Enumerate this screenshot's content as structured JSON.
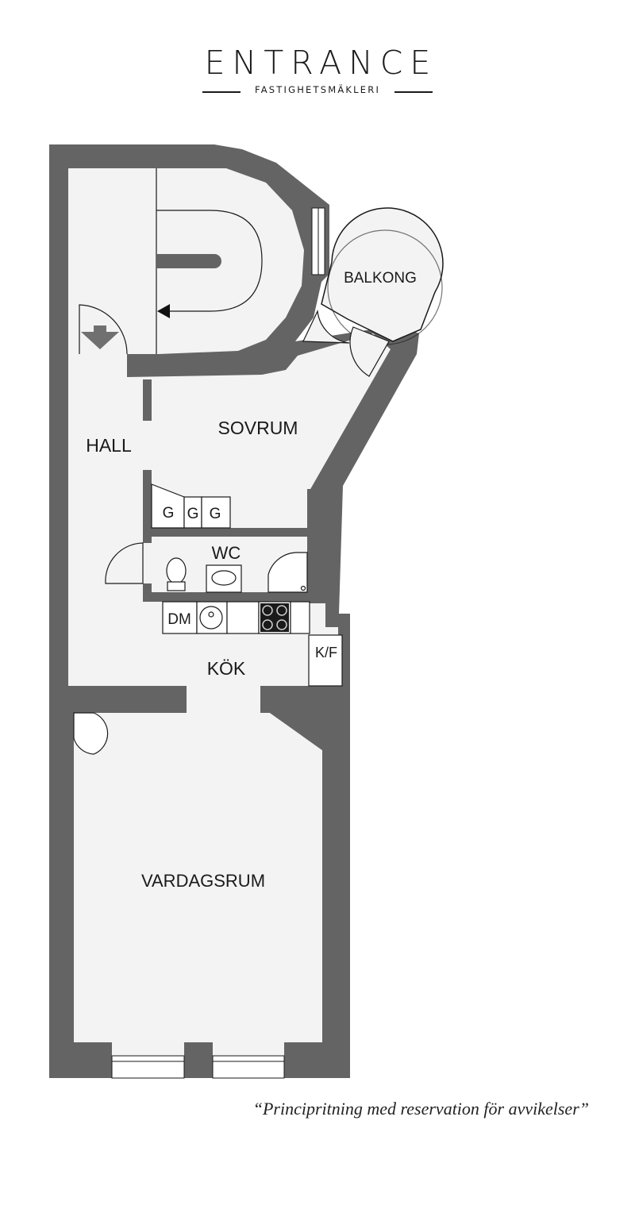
{
  "brand": {
    "name": "ENTRANCE",
    "tagline": "FASTIGHETSMÄKLERI"
  },
  "rooms": {
    "balkong": "BALKONG",
    "sovrum": "SOVRUM",
    "hall": "HALL",
    "wc": "WC",
    "kok": "KÖK",
    "vardagsrum": "VARDAGSRUM"
  },
  "fixtures": {
    "wardrobe_1": "G",
    "wardrobe_2": "G",
    "wardrobe_3": "G",
    "dishwasher": "DM",
    "fridge_freezer": "K/F"
  },
  "disclaimer": "“Principritning med reservation för avvikelser”",
  "colors": {
    "wall": "#646464",
    "floor": "#f3f3f3",
    "line": "#1a1a1a",
    "background": "#ffffff"
  }
}
